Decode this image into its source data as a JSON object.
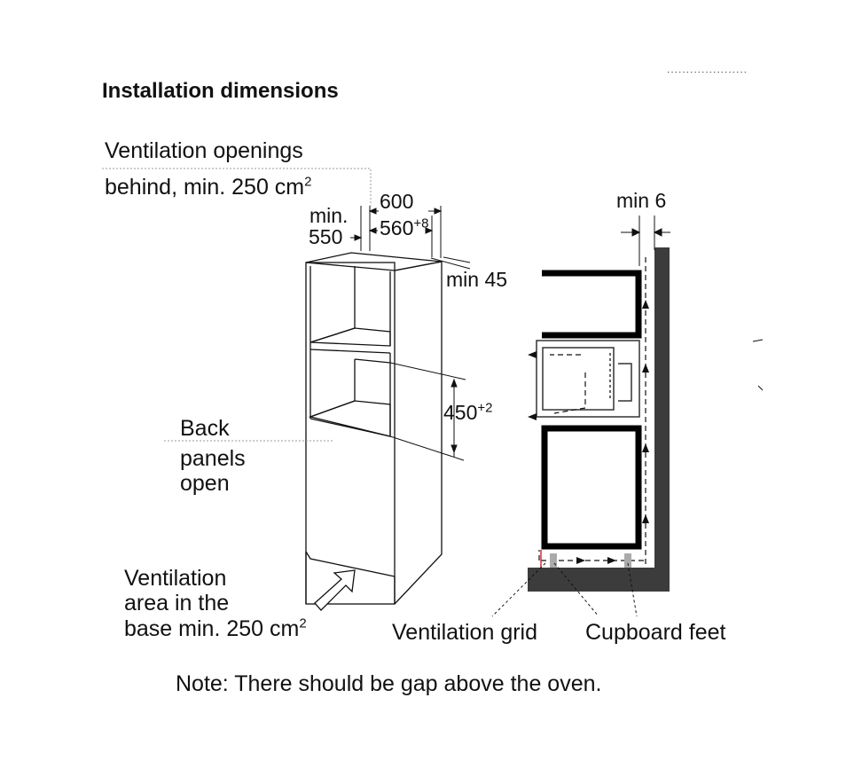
{
  "header": {
    "title": "Installation dimensions",
    "corner_text": "....................."
  },
  "labels": {
    "vent_openings_line1": "Ventilation openings",
    "vent_openings_line2": "behind, min. 250 cm",
    "vent_openings_sup": "2",
    "back_panels_1": "Back",
    "back_panels_2": "panels",
    "back_panels_3": "open",
    "vent_base_1": "Ventilation",
    "vent_base_2": "area in the",
    "vent_base_3": "base min. 250 cm",
    "vent_base_sup": "2",
    "ventilation_grid": "Ventilation grid",
    "cupboard_feet": "Cupboard feet"
  },
  "dimensions": {
    "min": "min.",
    "d550": "550",
    "d600": "600",
    "d560": "560",
    "d560_sup": "+8",
    "min45": "min 45",
    "d450": "450",
    "d450_sup": "+2",
    "min6": "min 6"
  },
  "note": "Note: There should be gap above the oven.",
  "colors": {
    "ink": "#111111",
    "wall": "#3c3c3c",
    "frame": "#000000",
    "accent": "#cc3344"
  }
}
